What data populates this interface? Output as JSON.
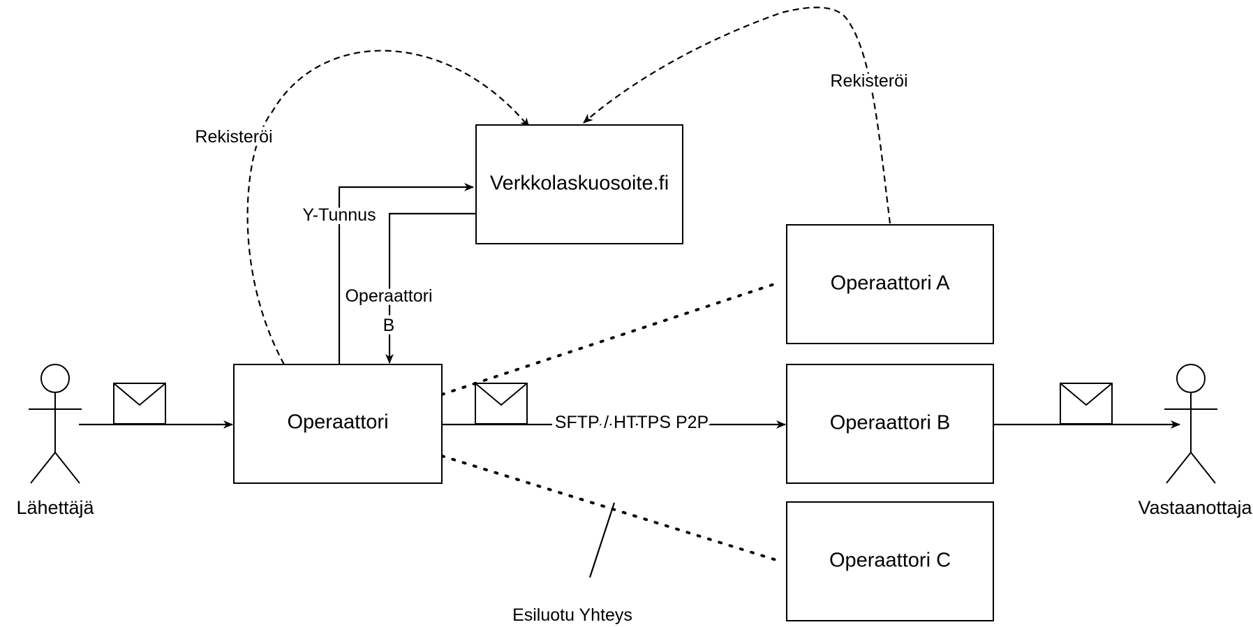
{
  "nodes": {
    "verkkolaskuosoite": "Verkkolaskuosoite.fi",
    "operaattori": "Operaattori",
    "operaattori_a": "Operaattori A",
    "operaattori_b": "Operaattori B",
    "operaattori_c": "Operaattori C"
  },
  "actors": {
    "sender": "Lähettäjä",
    "receiver": "Vastaanottaja"
  },
  "edges": {
    "rekisteroi_left": "Rekisteröi",
    "rekisteroi_right": "Rekisteröi",
    "y_tunnus": "Y-Tunnus",
    "operaattori_b_line1": "Operaattori",
    "operaattori_b_line2": "B",
    "sftp": "SFTP / HTTPS P2P",
    "esiluotu": "Esiluotu Yhteys"
  }
}
